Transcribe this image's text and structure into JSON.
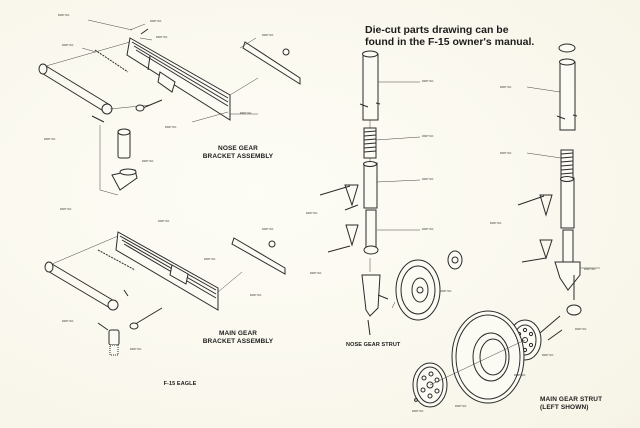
{
  "header_note": {
    "line1": "Die-cut parts drawing can be",
    "line2": "found in the F-15 owner's manual."
  },
  "sections": {
    "nose_bracket": {
      "line1": "NOSE GEAR",
      "line2": "BRACKET ASSEMBLY"
    },
    "main_bracket": {
      "line1": "MAIN GEAR",
      "line2": "BRACKET ASSEMBLY"
    },
    "nose_strut": {
      "line1": "NOSE GEAR STRUT"
    },
    "main_strut": {
      "line1": "MAIN GEAR STRUT",
      "line2": "(LEFT SHOWN)"
    }
  },
  "footer_caption": "F-15 EAGLE",
  "part_label_text": "PART NO.",
  "colors": {
    "paper": "#fbfaf3",
    "ink": "#2a2a2a"
  }
}
